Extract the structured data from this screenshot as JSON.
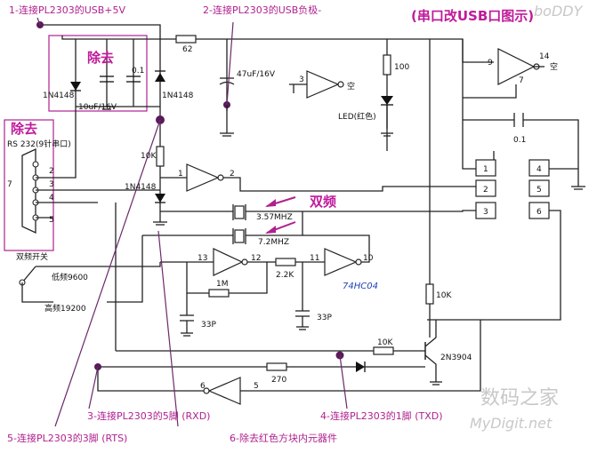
{
  "notes": {
    "n1": "1-连接PL2303的USB+5V",
    "n2": "2-连接PL2303的USB负极-",
    "n_title": "(串口改USB口图示)",
    "n3": "3-连接PL2303的5脚 (RXD)",
    "n4": "4-连接PL2303的1脚 (TXD)",
    "n5": "5-连接PL2303的3脚 (RTS)",
    "n6": "6-除去红色方块内元器件",
    "remove1": "除去",
    "remove2": "除去",
    "dual_freq": "双频"
  },
  "labels": {
    "d1": "1N4148",
    "d2": "1N4148",
    "d3": "1N4148",
    "cap1": "10uF/16V",
    "cap2": "0.1",
    "r62": "62",
    "cap3": "47uF/16V",
    "r100": "100",
    "led": "LED(红色)",
    "rs232": "RS 232(9针串口)",
    "r10k_a": "10K",
    "cap_01": "0.1",
    "xtal1": "3.57MHZ",
    "xtal2": "7.2MHZ",
    "r22k": "2.2K",
    "r1m": "1M",
    "c33p_a": "33P",
    "c33p_b": "33P",
    "r10k_b": "10K",
    "r10k_c": "10K",
    "r270": "270",
    "transistor": "2N3904",
    "chip": "74HC04",
    "switch": "双频开关",
    "low": "低频9600",
    "high": "高频19200",
    "kong1": "空",
    "kong2": "空",
    "pin3": "3",
    "pin9": "9",
    "pin14": "14",
    "pin7": "7",
    "pin1": "1",
    "pin2": "2",
    "pin13": "13",
    "pin12": "12",
    "pin11": "11",
    "pin10": "10",
    "pin6": "6",
    "pin5": "5",
    "db2": "2",
    "db3": "3",
    "db4": "4",
    "db5": "5",
    "db7": "7",
    "pad1": "1",
    "pad2": "2",
    "pad3": "3",
    "pad4": "4",
    "pad5": "5",
    "pad6": "6"
  },
  "watermark": {
    "logo": "boDDY",
    "cn": "数码之家",
    "url": "MyDigit.net"
  },
  "colors": {
    "annotation": "#b0208f",
    "wire": "#222222",
    "blue_text": "#1c3fb5",
    "box": "#b0208f"
  }
}
